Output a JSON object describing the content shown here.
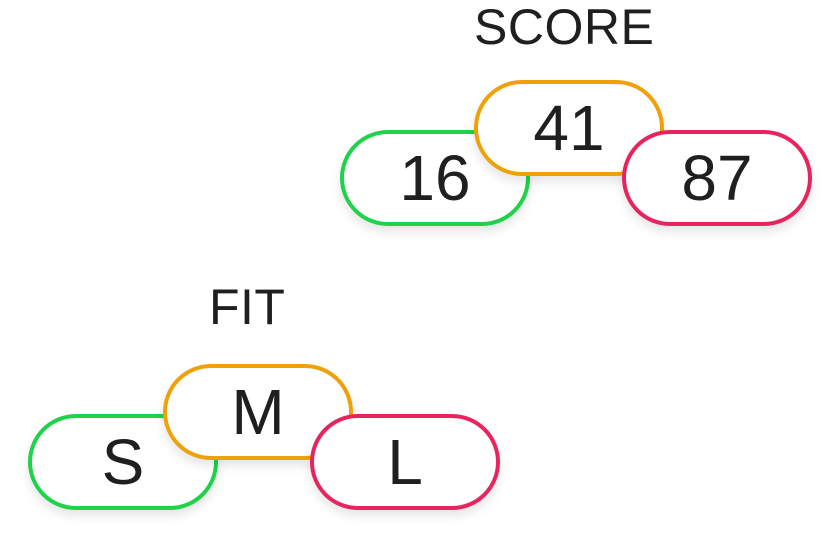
{
  "score": {
    "title": "SCORE",
    "low": "16",
    "mid": "41",
    "high": "87"
  },
  "fit": {
    "title": "FIT",
    "low": "S",
    "mid": "M",
    "high": "L"
  },
  "colors": {
    "low": "#1ed34a",
    "mid": "#f0a10a",
    "high": "#e8245f",
    "text": "#1f1f1f"
  }
}
